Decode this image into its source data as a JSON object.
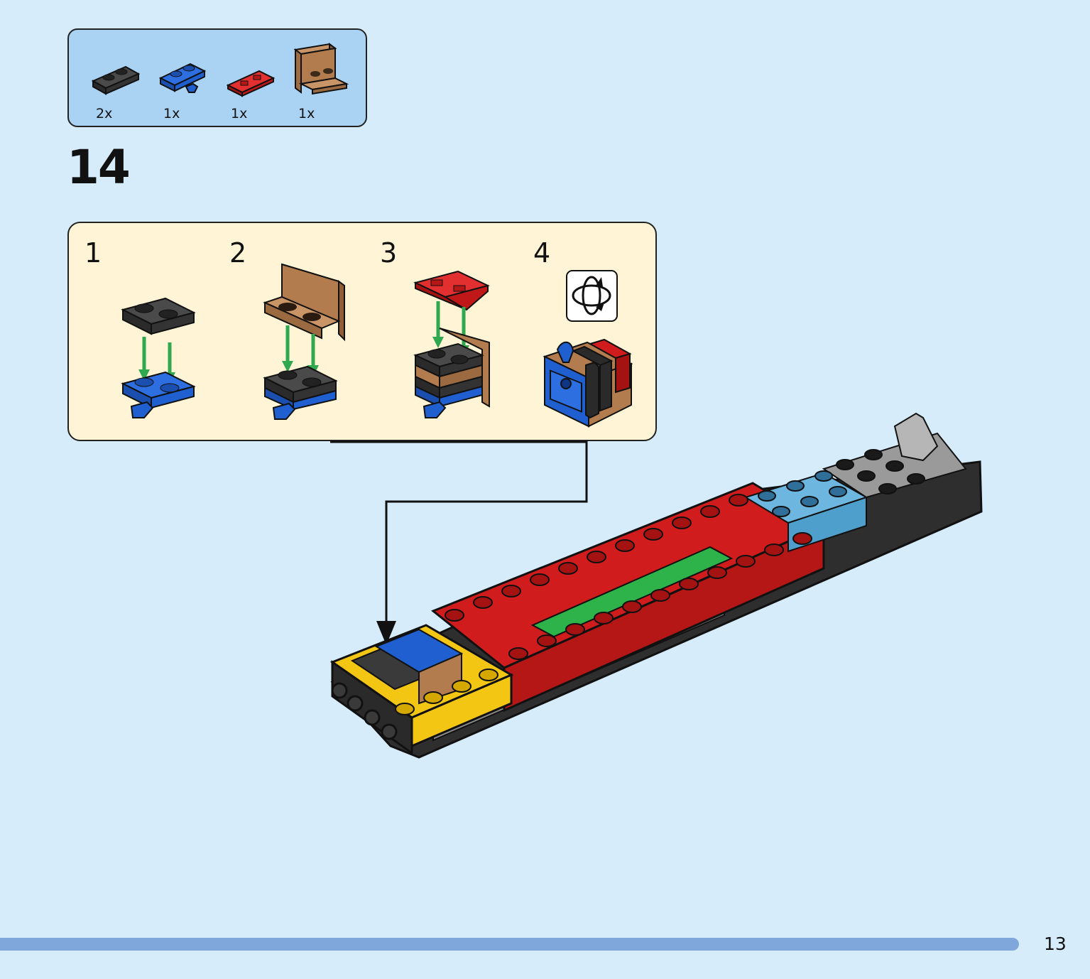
{
  "parts_list": {
    "items": [
      {
        "count": "2x",
        "icon": "dark-gray-plate-1x2-icon",
        "color": "#3a3a3a"
      },
      {
        "count": "1x",
        "icon": "blue-plate-with-clip-icon",
        "color": "#1f5fd0"
      },
      {
        "count": "1x",
        "icon": "red-tile-with-grooves-icon",
        "color": "#d01c1c"
      },
      {
        "count": "1x",
        "icon": "brown-bracket-icon",
        "color": "#b37c4e"
      }
    ]
  },
  "step": {
    "number": "14"
  },
  "substeps": [
    {
      "number": "1"
    },
    {
      "number": "2"
    },
    {
      "number": "3"
    },
    {
      "number": "4",
      "icon": "rotate-model-icon"
    }
  ],
  "colors": {
    "background": "#d6ecfb",
    "parts_box": "#a9d2f3",
    "substep_box": "#fff5d6",
    "arrow": "#2fa84f",
    "progress": "#80a7dc"
  },
  "page": {
    "number": "13"
  }
}
